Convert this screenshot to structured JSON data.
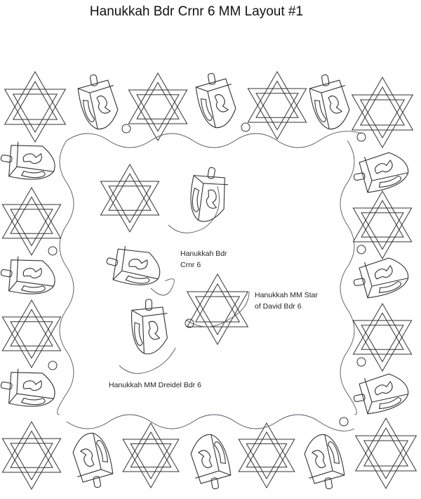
{
  "title": "Hanukkah Bdr Crnr 6 MM Layout #1",
  "labels": {
    "corner_line1": "Hanukkah Bdr",
    "corner_line2": "Crnr 6",
    "star_line1": "Hanukkah MM Star",
    "star_line2": "of David Bdr 6",
    "dreidel": "Hanukkah MM Dreidel Bdr 6"
  },
  "colors": {
    "line": "#333333",
    "meander": "#555566"
  }
}
